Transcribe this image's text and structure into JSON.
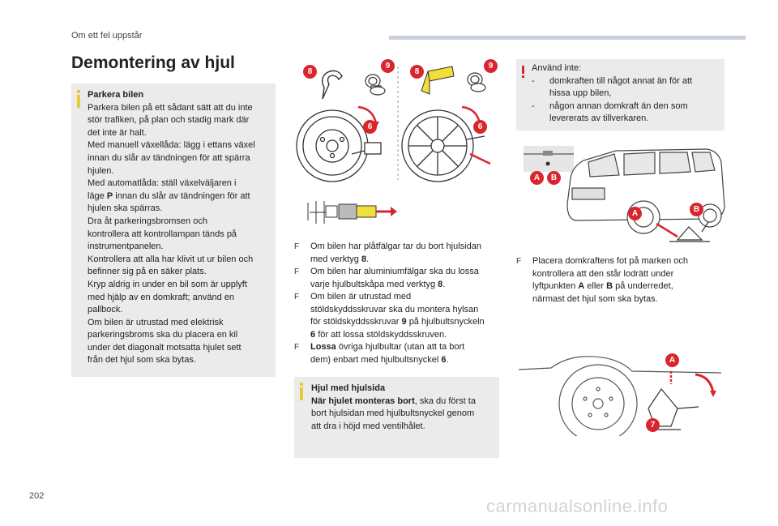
{
  "header": {
    "section": "Om ett fel uppstår"
  },
  "title": "Demontering av hjul",
  "left_box": {
    "heading": "Parkera bilen",
    "lines": [
      "Parkera bilen på ett sådant sätt att du inte",
      "stör trafiken, på plan och stadig mark där",
      "det inte är halt.",
      "Med manuell växellåda: lägg i ettans växel",
      "innan du slår av tändningen för att spärra",
      "hjulen.",
      "Med automatlåda: ställ växelväljaren i",
      "läge",
      "hjulen ska spärras.",
      "Dra åt parkeringsbromsen och",
      "kontrollera att kontrollampan tänds på",
      "instrumentpanelen.",
      "Kontrollera att alla har klivit ut ur bilen och",
      "befinner sig på en säker plats.",
      "Kryp aldrig in under en bil som är upplyft",
      "med hjälp av en domkraft; använd en",
      "pallbock.",
      "Om bilen är utrustad med elektrisk",
      "parkeringsbroms ska du placera en kil",
      "under det diagonalt motsatta hjulet sett",
      "från det hjul som ska bytas."
    ],
    "gear_p": "P",
    "gear_p_tail": "innan du slår av tändningen för att"
  },
  "middle": {
    "bullets": [
      {
        "pre": "Om bilen har plåtfälgar tar du bort hjulsidan",
        "line2_pre": "med verktyg",
        "bold": "8",
        "line2_post": "."
      },
      {
        "pre": "Om bilen har aluminiumfälgar ska du lossa",
        "line2_pre": "varje hjulbultskåpa med verktyg",
        "bold": "8",
        "line2_post": "."
      },
      {
        "pre": "Om bilen är utrustad med",
        "line2": "stöldskyddsskruvar ska du montera hylsan",
        "line3_pre": "för stöldskyddsskruvar",
        "bold1": "9",
        "line3_post": "på hjulbultsnyckeln",
        "line4_bold": "6",
        "line4_post": "för att lossa stöldskyddsskruven."
      },
      {
        "bold": "Lossa",
        "pre": "övriga hjulbultar (utan att ta bort",
        "line2_pre": "dem) enbart med hjulbultsnyckel",
        "bold2": "6",
        "line2_post": "."
      }
    ],
    "box": {
      "heading": "Hjul med hjulsida",
      "bold_intro": "När hjulet monteras bort",
      "rest1": ", ska du först ta",
      "line2": "bort hjulsidan med hjulbultsnyckel genom",
      "line3": "att dra i höjd med ventilhålet."
    }
  },
  "right": {
    "warning": {
      "title": "Använd inte:",
      "items": [
        {
          "l1": "domkraften till något annat än för att",
          "l2": "hissa upp bilen,"
        },
        {
          "l1": "någon annan domkraft än den som",
          "l2": "levererats av tillverkaren."
        }
      ],
      "dash": "-"
    },
    "bullet": {
      "l1": "Placera domkraftens fot på marken och",
      "l2": "kontrollera att den står lodrätt under",
      "l3_pre": "lyftpunkten",
      "a": "A",
      "l3_mid": "eller",
      "b": "B",
      "l3_post": "på underredet,",
      "l4": "närmast det hjul som ska bytas."
    }
  },
  "badges": {
    "n8": "8",
    "n9": "9",
    "n6": "6",
    "n7": "7",
    "A": "A",
    "B": "B"
  },
  "glyphs": {
    "bullet": "F"
  },
  "footer": {
    "page_number": "202",
    "watermark": "carmanualsonline.info"
  },
  "colors": {
    "accent_red": "#d9262e",
    "info_yellow": "#e8c93a",
    "box_gray": "#ebebeb",
    "header_bar": "#c8cfe0"
  }
}
